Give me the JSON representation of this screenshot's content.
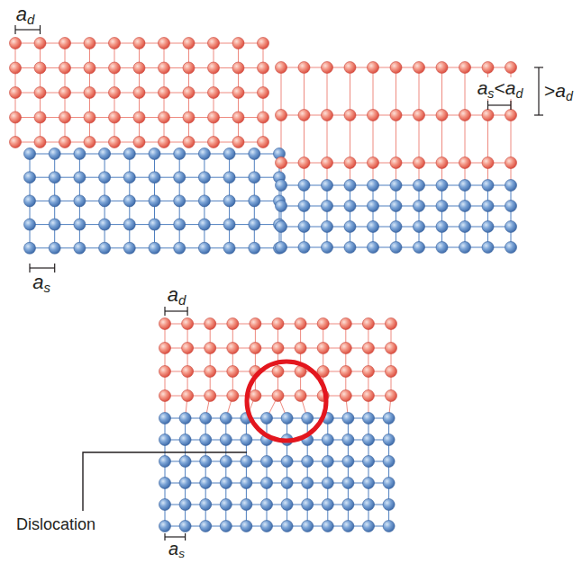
{
  "diagram": {
    "labels": [
      "ad",
      "as<ad",
      ">ad",
      "as",
      "ad",
      "Dislocation",
      "as"
    ]
  }
}
